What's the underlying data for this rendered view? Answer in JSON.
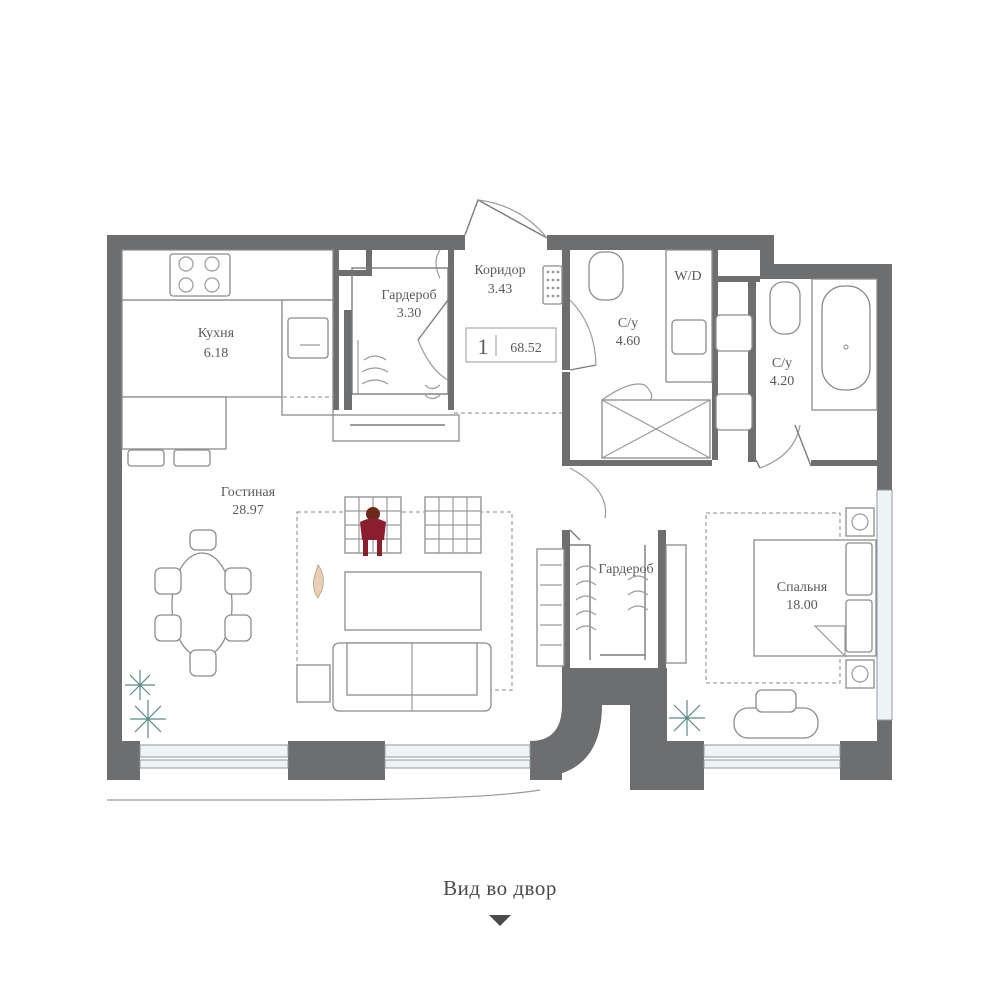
{
  "rooms": {
    "kitchen": {
      "name": "Кухня",
      "area": "6.18"
    },
    "wardrobe_left": {
      "name": "Гардероб",
      "area": "3.30"
    },
    "corridor": {
      "name": "Коридор",
      "area": "3.43"
    },
    "bath_1": {
      "name": "С/у",
      "area": "4.60"
    },
    "washer": {
      "name": "W/D"
    },
    "bath_2": {
      "name": "С/у",
      "area": "4.20"
    },
    "living": {
      "name": "Гостиная",
      "area": "28.97"
    },
    "wardrobe_right": {
      "name": "Гардероб"
    },
    "bedroom": {
      "name": "Спальня",
      "area": "18.00"
    }
  },
  "unit": {
    "rooms": "1",
    "total_area": "68.52"
  },
  "view": {
    "caption": "Вид во двор"
  },
  "colors": {
    "wall": "#6d6e70",
    "accent_person": "#8b1e2e",
    "plant": "#5a8a86",
    "window": "#eef4f5"
  }
}
